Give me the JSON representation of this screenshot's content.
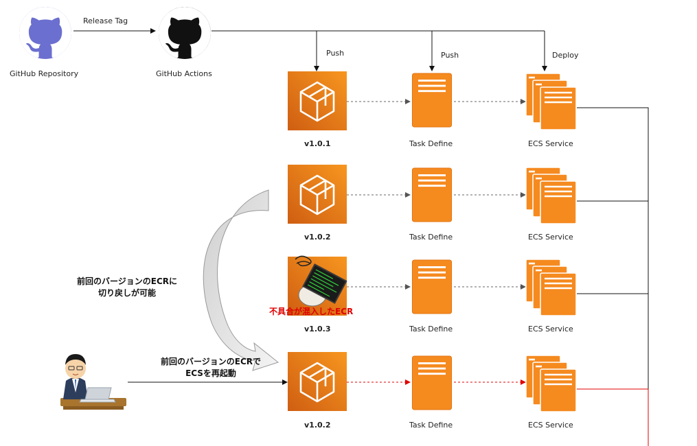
{
  "top": {
    "repo_label": "GitHub Repository",
    "actions_label": "GitHub Actions",
    "release_tag": "Release Tag",
    "push1": "Push",
    "push2": "Push",
    "deploy": "Deploy"
  },
  "rows": [
    {
      "version": "v1.0.1",
      "task": "Task Define",
      "service": "ECS Service"
    },
    {
      "version": "v1.0.2",
      "task": "Task Define",
      "service": "ECS Service"
    },
    {
      "version": "v1.0.3",
      "task": "Task Define",
      "service": "ECS Service",
      "bug_note": "不具合が混入したECR"
    },
    {
      "version": "v1.0.2",
      "task": "Task Define",
      "service": "ECS Service"
    }
  ],
  "notes": {
    "rollback_line1": "前回のバージョンのECRに",
    "rollback_line2": "切り戻しが可能",
    "restart_line1": "前回のバージョンのECRで",
    "restart_line2": "ECSを再起動"
  },
  "colors": {
    "github_purple": "#6b6fcf",
    "orange": "#f58a1f",
    "orange_dark": "#d9650f",
    "restart_red": "#e00000"
  },
  "icons": {
    "repo": "github-icon",
    "actions": "github-icon",
    "ecr": "ecr-container-icon",
    "task": "task-definition-icon",
    "service": "ecs-service-icon",
    "user": "person-at-laptop-icon"
  }
}
